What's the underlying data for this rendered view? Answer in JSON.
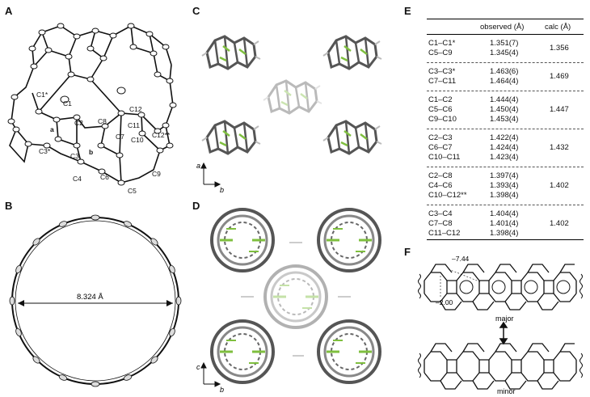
{
  "panels": {
    "A": "A",
    "B": "B",
    "C": "C",
    "D": "D",
    "E": "E",
    "F": "F"
  },
  "panelA": {
    "labels": {
      "c1star": "C1*",
      "c1": "C1",
      "c2": "C2",
      "c8": "C8",
      "ring_a": "a",
      "c3star": "C3*",
      "c3": "C3",
      "ring_b": "b",
      "c7": "C7",
      "c11": "C11",
      "c12": "C12",
      "c10": "C10",
      "c12ss": "C12**",
      "c4": "C4",
      "c6": "C6",
      "c9": "C9",
      "c5": "C5"
    }
  },
  "panelB": {
    "diameter": "8.324 Å"
  },
  "panelC": {
    "axis_v": "a",
    "axis_h": "b"
  },
  "panelD": {
    "axis_v": "c",
    "axis_h": "b"
  },
  "table": {
    "header_observed": "observed (Å)",
    "header_calc": "calc (Å)",
    "groups": [
      {
        "rows": [
          {
            "bond": "C1–C1*",
            "obs": "1.351(7)"
          },
          {
            "bond": "C5–C9",
            "obs": "1.345(4)"
          }
        ],
        "calc": "1.356"
      },
      {
        "rows": [
          {
            "bond": "C3–C3*",
            "obs": "1.463(6)"
          },
          {
            "bond": "C7–C11",
            "obs": "1.464(4)"
          }
        ],
        "calc": "1.469"
      },
      {
        "rows": [
          {
            "bond": "C1–C2",
            "obs": "1.444(4)"
          },
          {
            "bond": "C5–C6",
            "obs": "1.450(4)"
          },
          {
            "bond": "C9–C10",
            "obs": "1.453(4)"
          }
        ],
        "calc": "1.447"
      },
      {
        "rows": [
          {
            "bond": "C2–C3",
            "obs": "1.422(4)"
          },
          {
            "bond": "C6–C7",
            "obs": "1.424(4)"
          },
          {
            "bond": "C10–C11",
            "obs": "1.423(4)"
          }
        ],
        "calc": "1.432"
      },
      {
        "rows": [
          {
            "bond": "C2–C8",
            "obs": "1.397(4)"
          },
          {
            "bond": "C4–C6",
            "obs": "1.393(4)"
          },
          {
            "bond": "C10–C12**",
            "obs": "1.398(4)"
          }
        ],
        "calc": "1.402"
      },
      {
        "rows": [
          {
            "bond": "C3–C4",
            "obs": "1.404(4)"
          },
          {
            "bond": "C7–C8",
            "obs": "1.401(4)"
          },
          {
            "bond": "C11–C12",
            "obs": "1.398(4)"
          }
        ],
        "calc": "1.402"
      }
    ]
  },
  "panelF": {
    "value1": "–7.44",
    "value2": "–2.00",
    "major": "major",
    "minor": "minor"
  },
  "colors": {
    "green": "#7fbf3f",
    "gray": "#888888"
  }
}
